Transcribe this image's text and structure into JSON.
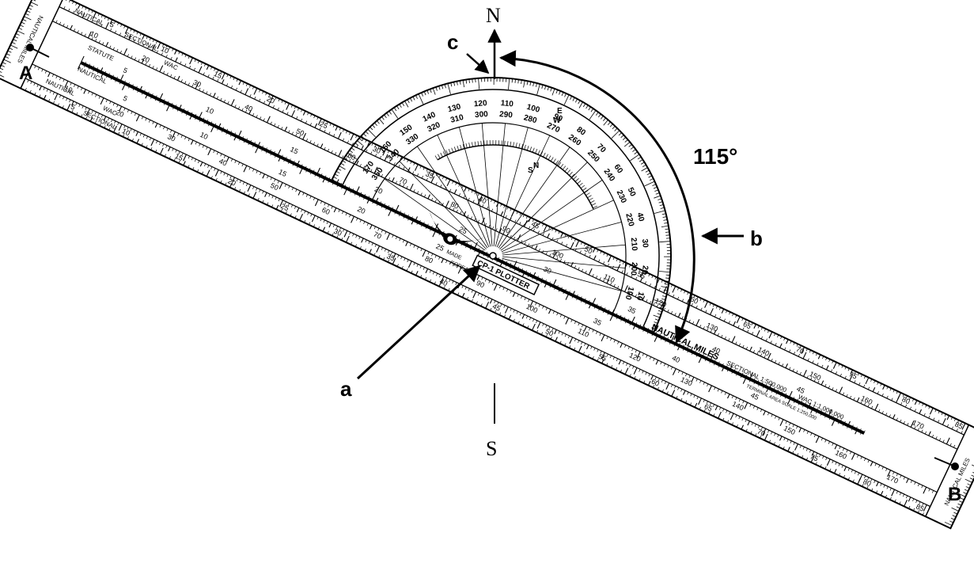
{
  "callouts": {
    "north": "N",
    "south": "S",
    "a": "a",
    "b": "b",
    "c": "c",
    "end_a": "A",
    "end_b": "B",
    "angle": "115°"
  },
  "plotter": {
    "brand": "CP-1 PLOTTER",
    "made_in": "MADE",
    "country": "KOREA",
    "nautical_miles": "NAUTICAL MILES",
    "sectional_scale": "SECTIONAL 1:500,000",
    "wac_scale": "WAC 1:1,000,000",
    "terminal_scale": "TERMINAL AREA SCALE 1:250,000",
    "labels": {
      "nautical": "NAUTICAL",
      "sectional": "SECTIONAL",
      "wac": "WAC",
      "statute": "STATUTE",
      "nautical_miles_end": "NAUTICAL MILES"
    },
    "outer_numbers": [
      "170",
      "160",
      "150",
      "140",
      "130",
      "120",
      "110",
      "100",
      "90",
      "80",
      "70",
      "60",
      "50",
      "40",
      "30",
      "20",
      "10"
    ],
    "inner_numbers": [
      "350",
      "340",
      "330",
      "320",
      "310",
      "300",
      "290",
      "280",
      "270",
      "260",
      "250",
      "240",
      "230",
      "220",
      "210",
      "200",
      "190"
    ],
    "cardinal_inner": [
      "E",
      "W",
      "S",
      "N"
    ],
    "scale_numbers": {
      "sectional": [
        "5",
        "10",
        "15",
        "20",
        "25",
        "30",
        "35",
        "40",
        "45",
        "50",
        "55",
        "60",
        "65",
        "70",
        "75",
        "80",
        "85"
      ],
      "wac": [
        "10",
        "20",
        "30",
        "40",
        "50",
        "60",
        "70",
        "80",
        "90",
        "100",
        "110",
        "120",
        "130",
        "140",
        "150",
        "160",
        "170"
      ],
      "statute": [
        "5",
        "10",
        "15",
        "20",
        "25",
        "30",
        "35",
        "40",
        "45"
      ],
      "nautical": [
        "5",
        "10",
        "15",
        "20",
        "25",
        "30",
        "35",
        "40",
        "45"
      ]
    }
  },
  "colors": {
    "ink": "#000000",
    "paper": "#ffffff"
  }
}
